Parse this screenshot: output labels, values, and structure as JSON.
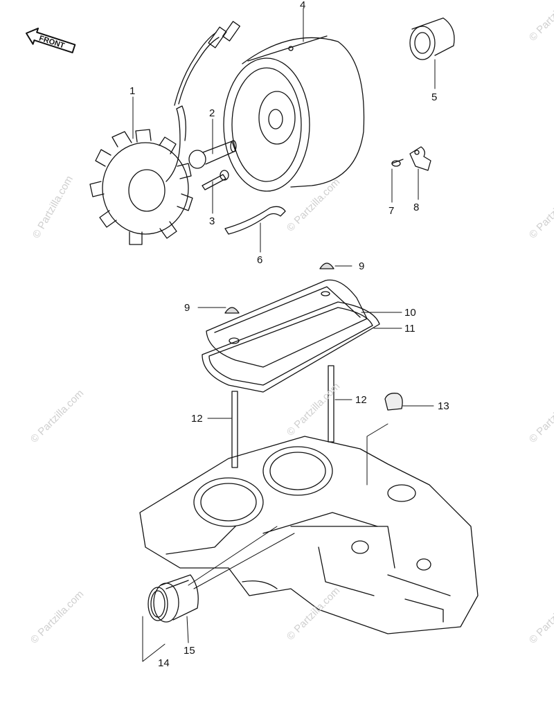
{
  "diagram": {
    "front_label": "FRONT",
    "watermark": "© Partzilla.com",
    "callouts": {
      "p1": "1",
      "p2": "2",
      "p3": "3",
      "p4": "4",
      "p5": "5",
      "p6": "6",
      "p7": "7",
      "p8": "8",
      "p9a": "9",
      "p9b": "9",
      "p10": "10",
      "p11": "11",
      "p12a": "12",
      "p12b": "12",
      "p13": "13",
      "p14": "14",
      "p15": "15"
    },
    "line_color": "#111111",
    "watermark_color": "#cfcfcf"
  }
}
